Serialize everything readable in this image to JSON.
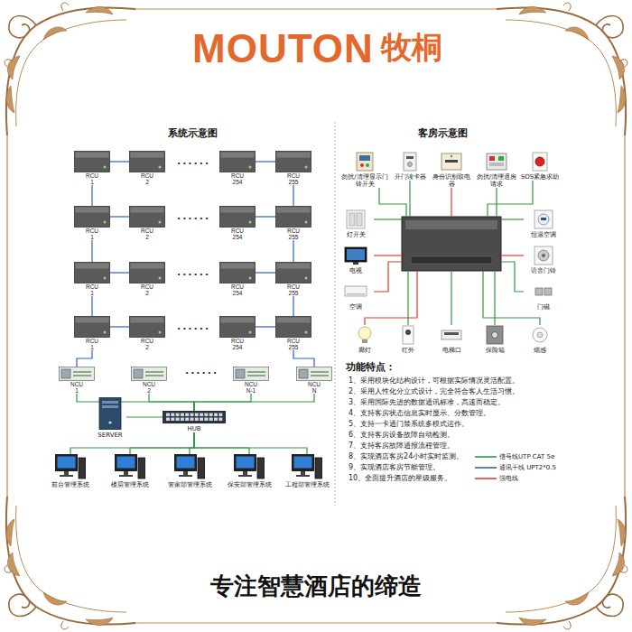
{
  "diagram": {
    "caption": "专注智慧酒店的缔造",
    "nodes": [
      {
        "text": [
          "RCU 1"
        ]
      },
      {
        "text": [
          "RCU 2"
        ]
      },
      {
        "text": [
          "RCU 254"
        ]
      },
      {
        "text": [
          "RCU 255"
        ]
      },
      {
        "text": [
          "RCU 1"
        ]
      },
      {
        "text": [
          "RCU 2"
        ]
      },
      {
        "text": [
          "RCU 254"
        ]
      },
      {
        "text": [
          "RCU 255"
        ]
      },
      {
        "text": [
          "RCU 1"
        ]
      },
      {
        "text": [
          "RCU 2"
        ]
      },
      {
        "text": [
          "RCU 254"
        ]
      },
      {
        "text": [
          "RCU 255"
        ]
      },
      {
        "text": [
          "RCU 1"
        ]
      },
      {
        "text": [
          "RCU 2"
        ]
      },
      {
        "text": [
          "RCU 254"
        ]
      },
      {
        "text": [
          "RCU 255"
        ]
      },
      {
        "text": [
          "NCU 1"
        ]
      },
      {
        "text": [
          "NCU 2"
        ]
      },
      {
        "text": [
          "NCU N-1"
        ]
      },
      {
        "text": [
          "NCU N"
        ]
      },
      {
        "text": [
          "SERVER"
        ]
      },
      {
        "text": [
          "HUB"
        ]
      },
      {
        "text": [
          "前台管理系统"
        ]
      },
      {
        "text": [
          "楼层管理系统"
        ]
      },
      {
        "text": [
          "管家部管理系统"
        ]
      },
      {
        "text": [
          "保安部管理系统"
        ]
      },
      {
        "text": [
          "工程部管理系统"
        ]
      },
      {
        "text": [
          "勿扰/清理显示门铃开关"
        ]
      },
      {
        "text": [
          "开门读卡器"
        ]
      },
      {
        "text": [
          "身份识别取电器"
        ]
      },
      {
        "text": [
          "勿扰/清理退房请求"
        ]
      },
      {
        "text": [
          "SOS紧急求助"
        ]
      },
      {
        "text": [
          "灯开关"
        ]
      },
      {
        "text": [
          "恒温空调"
        ]
      },
      {
        "text": [
          "电视"
        ]
      },
      {
        "text": [
          "语音门铃"
        ]
      },
      {
        "text": [
          "空调"
        ]
      },
      {
        "text": [
          "门磁"
        ]
      },
      {
        "text": [
          "廊灯"
        ]
      },
      {
        "text": [
          "红外"
        ]
      },
      {
        "text": [
          "电梯口"
        ]
      },
      {
        "text": [
          "保险箱"
        ]
      },
      {
        "text": [
          "烟感"
        ]
      }
    ],
    "edges": [
      {
        "from": 0,
        "to": 1,
        "arrow": "none"
      },
      {
        "from": 2,
        "to": 3,
        "arrow": "none"
      },
      {
        "from": 4,
        "to": 5,
        "arrow": "none"
      },
      {
        "from": 6,
        "to": 7,
        "arrow": "none"
      },
      {
        "from": 8,
        "to": 9,
        "arrow": "none"
      },
      {
        "from": 10,
        "to": 11,
        "arrow": "none"
      },
      {
        "from": 12,
        "to": 13,
        "arrow": "none"
      },
      {
        "from": 14,
        "to": 15,
        "arrow": "none"
      },
      {
        "from": 0,
        "to": 4,
        "arrow": "none"
      },
      {
        "from": 4,
        "to": 8,
        "arrow": "none"
      },
      {
        "from": 8,
        "to": 12,
        "arrow": "none"
      },
      {
        "from": 12,
        "to": 16,
        "arrow": "none"
      },
      {
        "from": 3,
        "to": 7,
        "arrow": "none"
      },
      {
        "from": 7,
        "to": 11,
        "arrow": "none"
      },
      {
        "from": 11,
        "to": 15,
        "arrow": "none"
      },
      {
        "from": 15,
        "to": 19,
        "arrow": "none"
      },
      {
        "from": 16,
        "to": 21,
        "arrow": "none"
      },
      {
        "from": 17,
        "to": 21,
        "arrow": "none"
      },
      {
        "from": 18,
        "to": 21,
        "arrow": "none"
      },
      {
        "from": 19,
        "to": 21,
        "arrow": "none"
      },
      {
        "from": 21,
        "to": 20,
        "arrow": "none"
      },
      {
        "from": 21,
        "to": 22,
        "arrow": "none"
      },
      {
        "from": 21,
        "to": 23,
        "arrow": "none"
      },
      {
        "from": 21,
        "to": 24,
        "arrow": "none"
      },
      {
        "from": 21,
        "to": 25,
        "arrow": "none"
      },
      {
        "from": 21,
        "to": 26,
        "arrow": "none"
      }
    ],
    "labels": [
      "MOUTON",
      "牧桐",
      "系统示意图",
      "客房示意图",
      "......",
      "......",
      "......",
      "......",
      "......",
      "功能特点：",
      "1、采用模块化结构设计，可根据实际情况灵活配置。",
      "2、采用人性化分立式设计，完全符合客人生活习惯。",
      "3、采用国际先进的数据通讯标准，高速而稳定。",
      "4、支持客房状态信息实时显示、分数管理。",
      "5、支持一卡通门禁系统多模式运作。",
      "6、支持客房设备故障自动检测。",
      "7、支持客房故障通报流程管理。",
      "8、实现酒店客房24小时实时监测。",
      "9、实现酒店客房节能管理。",
      "10、全面提升酒店的星级服务。"
    ],
    "legend": [
      {
        "text": "信号线UTP CAT 5e"
      },
      {
        "text": "通讯干线 UPT2*0.5"
      },
      {
        "text": "强电线"
      }
    ]
  }
}
